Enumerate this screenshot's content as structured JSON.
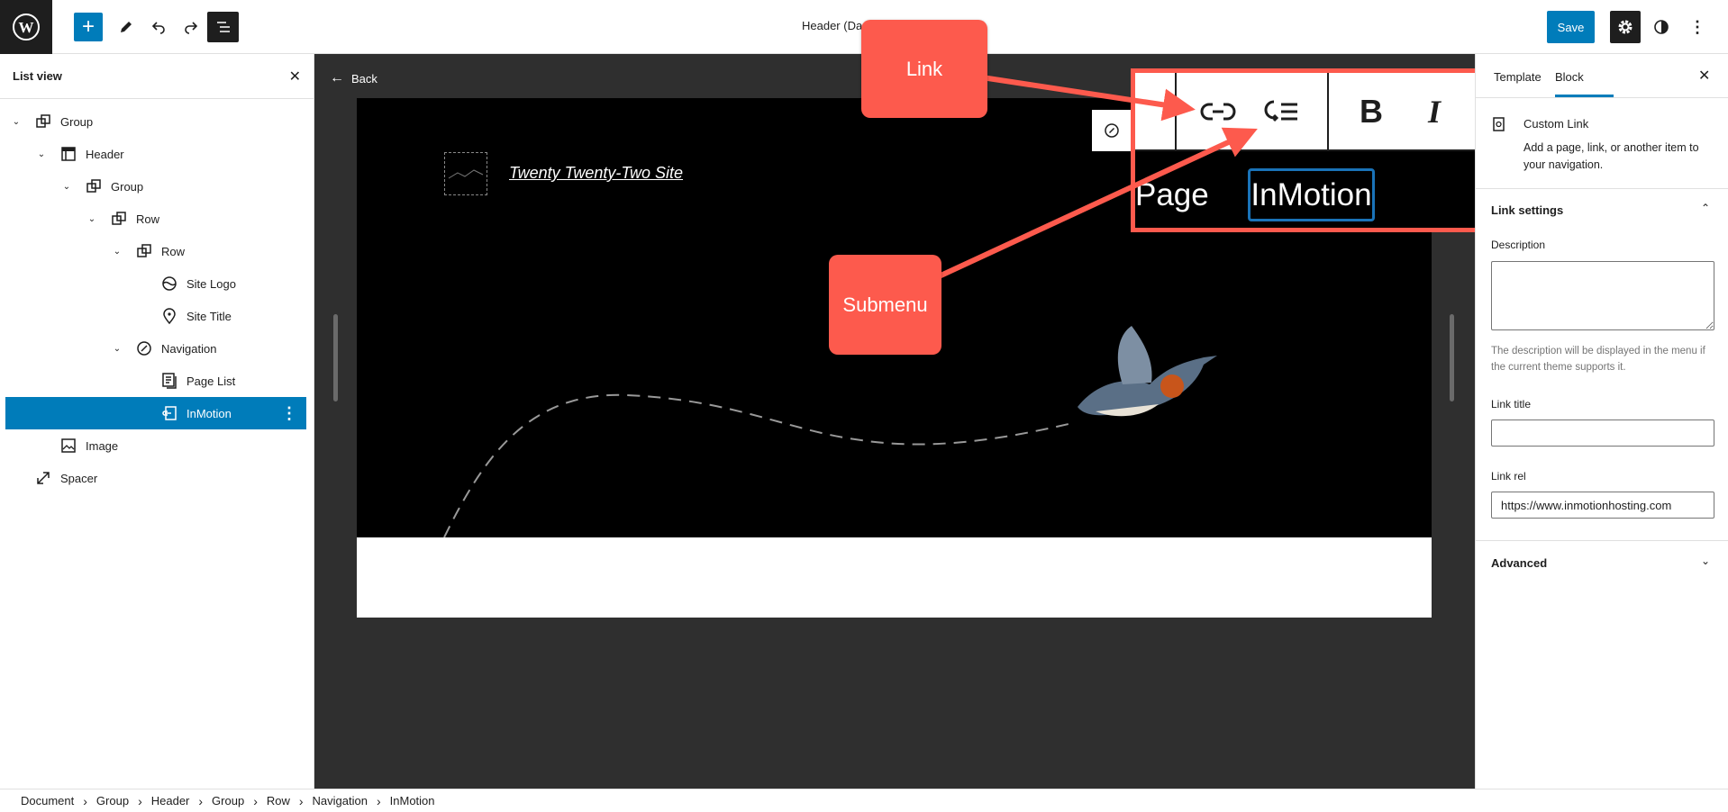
{
  "topbar": {
    "title": "Header (Da",
    "save_label": "Save"
  },
  "list_view": {
    "title": "List view",
    "items": [
      {
        "label": "Group",
        "depth": 0,
        "chevron": true,
        "icon": "group-icon"
      },
      {
        "label": "Header",
        "depth": 1,
        "chevron": true,
        "icon": "header-icon"
      },
      {
        "label": "Group",
        "depth": 2,
        "chevron": true,
        "icon": "group-icon"
      },
      {
        "label": "Row",
        "depth": 3,
        "chevron": true,
        "icon": "row-icon"
      },
      {
        "label": "Row",
        "depth": 4,
        "chevron": true,
        "icon": "row-icon"
      },
      {
        "label": "Site Logo",
        "depth": 5,
        "chevron": false,
        "icon": "site-logo-icon"
      },
      {
        "label": "Site Title",
        "depth": 5,
        "chevron": false,
        "icon": "map-pin-icon"
      },
      {
        "label": "Navigation",
        "depth": 4,
        "chevron": true,
        "icon": "compass-icon"
      },
      {
        "label": "Page List",
        "depth": 5,
        "chevron": false,
        "icon": "page-list-icon"
      },
      {
        "label": "InMotion",
        "depth": 5,
        "chevron": false,
        "icon": "custom-link-icon",
        "selected": true
      },
      {
        "label": "Image",
        "depth": 1,
        "chevron": false,
        "icon": "image-icon"
      },
      {
        "label": "Spacer",
        "depth": 0,
        "chevron": false,
        "icon": "spacer-icon"
      }
    ]
  },
  "canvas": {
    "back_label": "Back",
    "site_title": "Twenty Twenty-Two Site",
    "nav_items": [
      "Page",
      "InMotion"
    ]
  },
  "callouts": {
    "link": "Link",
    "submenu": "Submenu"
  },
  "sidebar": {
    "tabs": [
      "Template",
      "Block"
    ],
    "active_tab": "Block",
    "block_name": "Custom Link",
    "block_desc": "Add a page, link, or another item to your navigation.",
    "link_settings": "Link settings",
    "description_label": "Description",
    "description_value": "",
    "description_help": "The description will be displayed in the menu if the current theme supports it.",
    "link_title_label": "Link title",
    "link_title_value": "",
    "link_rel_label": "Link rel",
    "link_rel_value": "https://www.inmotionhosting.com",
    "advanced": "Advanced"
  },
  "breadcrumb": [
    "Document",
    "Group",
    "Header",
    "Group",
    "Row",
    "Navigation",
    "InMotion"
  ],
  "colors": {
    "accent": "#007cba",
    "callout": "#fd5a4d"
  }
}
